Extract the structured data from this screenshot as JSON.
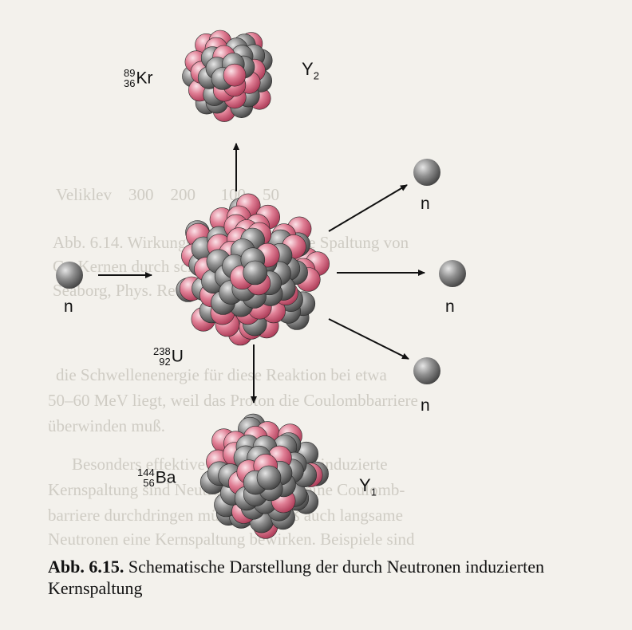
{
  "nuclei": {
    "kr": {
      "mass": "89",
      "charge": "36",
      "symbol": "Kr"
    },
    "u": {
      "mass": "238",
      "charge": "92",
      "symbol": "U"
    },
    "ba": {
      "mass": "144",
      "charge": "56",
      "symbol": "Ba"
    }
  },
  "labels": {
    "y2": "Y",
    "y2_sub": "2",
    "y1": "Y",
    "y1_sub": "1",
    "neutron": "n"
  },
  "caption": {
    "number": "Abb. 6.15.",
    "text": "Schematische Darstellung der durch Neutronen induzierten Kernspaltung"
  },
  "colors": {
    "proton": "#d9607a",
    "neutron": "#6e6e6e",
    "arrow": "#111111"
  }
}
